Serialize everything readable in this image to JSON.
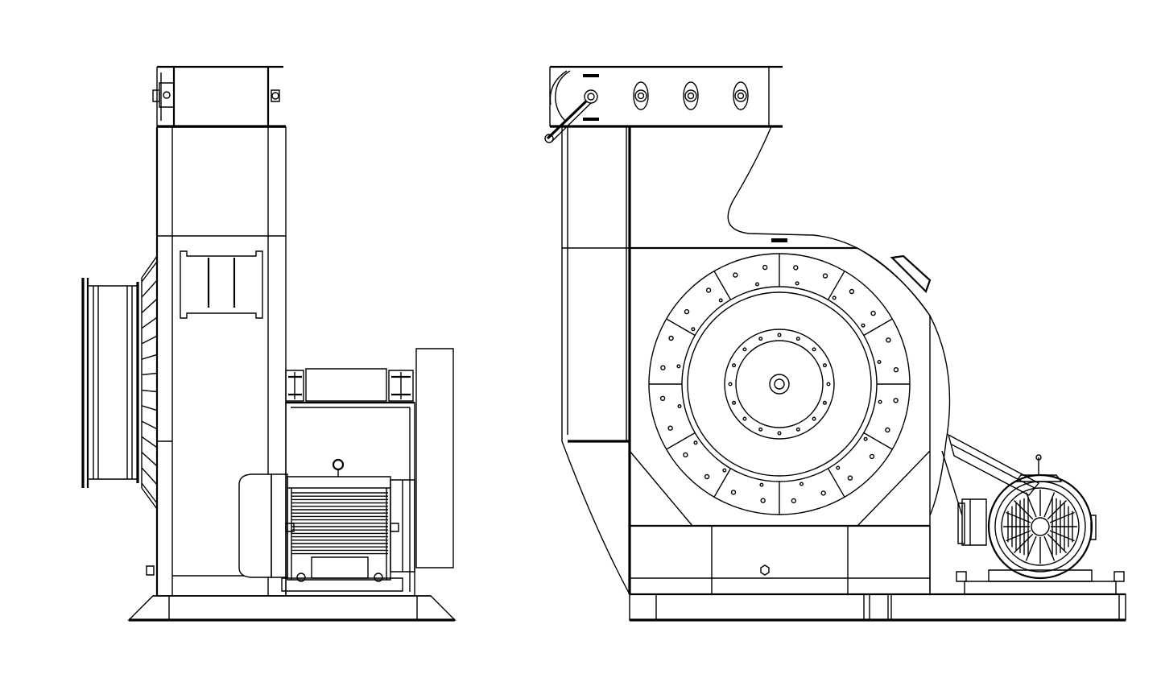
{
  "drawing": {
    "views": [
      "side-view",
      "front-view"
    ],
    "line_color": "#000000",
    "background": "#ffffff",
    "fin_count": 14,
    "motor_rib_count": 22,
    "fan_grille_bar_count": 16
  }
}
